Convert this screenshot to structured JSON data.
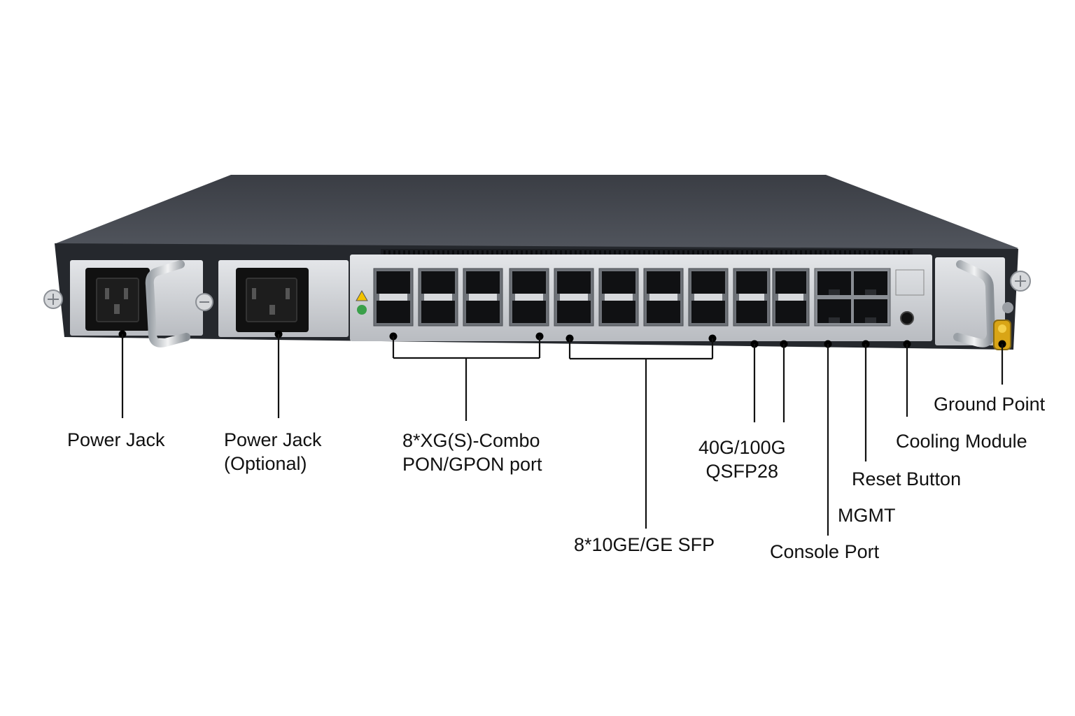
{
  "device": {
    "chassis_color": "#2a2d33",
    "faceplate_color": "#c9ccd0"
  },
  "callouts": {
    "power_jack": {
      "lines": [
        "Power Jack"
      ]
    },
    "power_jack_optional": {
      "lines": [
        "Power Jack",
        "(Optional)"
      ]
    },
    "combo_pon": {
      "lines": [
        "8*XG(S)-Combo",
        "PON/GPON port"
      ]
    },
    "sfp_10ge": {
      "lines": [
        "8*10GE/GE SFP"
      ]
    },
    "qsfp28": {
      "lines": [
        "40G/100G",
        "QSFP28"
      ]
    },
    "console_port": {
      "lines": [
        "Console Port"
      ]
    },
    "mgmt": {
      "lines": [
        "MGMT"
      ]
    },
    "reset_button": {
      "lines": [
        "Reset Button"
      ]
    },
    "cooling_module": {
      "lines": [
        "Cooling Module"
      ]
    },
    "ground_point": {
      "lines": [
        "Ground Point"
      ]
    }
  },
  "colors": {
    "leader_line": "#111111",
    "label_text": "#111111",
    "ground_screw": "#e0b020"
  }
}
